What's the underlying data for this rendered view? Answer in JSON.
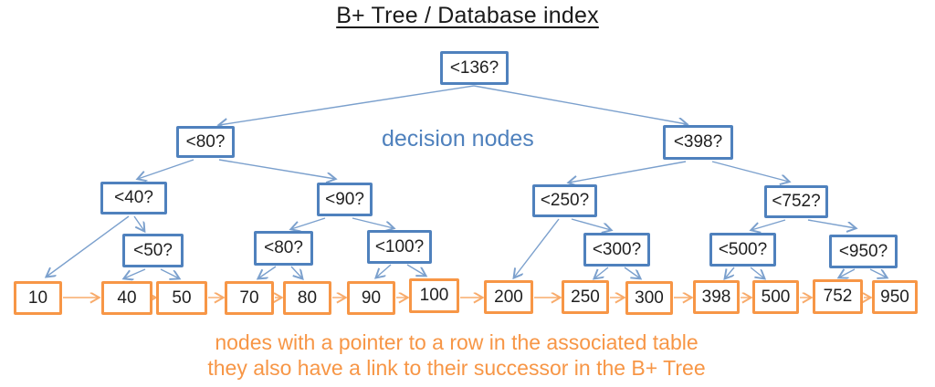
{
  "title": "B+ Tree / Database index",
  "labels": {
    "decision_nodes_caption": "decision nodes",
    "leaf_note_line1": "nodes with a pointer to a row in the associated table",
    "leaf_note_line2": "they also have a link to their successor in the B+ Tree"
  },
  "colors": {
    "decision_node_border": "#4f81bd",
    "decision_caption_text": "#4f81bd",
    "connector_blue": "#7ba0cd",
    "leaf_node_border": "#f79646",
    "leaf_chain_arrow": "#f8ab6b",
    "leaf_note_text": "#f79646",
    "title_text": "#1a1a1a",
    "background": "#ffffff"
  },
  "tree": {
    "decision_nodes": [
      {
        "id": "root-136",
        "level": 1,
        "label": "<136?"
      },
      {
        "id": "l2-80",
        "level": 2,
        "label": "<80?"
      },
      {
        "id": "l2-398",
        "level": 2,
        "label": "<398?"
      },
      {
        "id": "l3-40",
        "level": 3,
        "label": "<40?"
      },
      {
        "id": "l3-90",
        "level": 3,
        "label": "<90?"
      },
      {
        "id": "l3-250",
        "level": 3,
        "label": "<250?"
      },
      {
        "id": "l3-752",
        "level": 3,
        "label": "<752?"
      },
      {
        "id": "l4-50",
        "level": 4,
        "label": "<50?"
      },
      {
        "id": "l4-80",
        "level": 4,
        "label": "<80?"
      },
      {
        "id": "l4-100",
        "level": 4,
        "label": "<100?"
      },
      {
        "id": "l4-300",
        "level": 4,
        "label": "<300?"
      },
      {
        "id": "l4-500",
        "level": 4,
        "label": "<500?"
      },
      {
        "id": "l4-950",
        "level": 4,
        "label": "<950?"
      }
    ],
    "leaf_nodes": [
      {
        "value": "10"
      },
      {
        "value": "40"
      },
      {
        "value": "50"
      },
      {
        "value": "70"
      },
      {
        "value": "80"
      },
      {
        "value": "90"
      },
      {
        "value": "100"
      },
      {
        "value": "200"
      },
      {
        "value": "250"
      },
      {
        "value": "300"
      },
      {
        "value": "398"
      },
      {
        "value": "500"
      },
      {
        "value": "752"
      },
      {
        "value": "950"
      }
    ],
    "edges": [
      {
        "from": "root-136",
        "to": "l2-80"
      },
      {
        "from": "root-136",
        "to": "l2-398"
      },
      {
        "from": "l2-80",
        "to": "l3-40"
      },
      {
        "from": "l2-80",
        "to": "l3-90"
      },
      {
        "from": "l2-398",
        "to": "l3-250"
      },
      {
        "from": "l2-398",
        "to": "l3-752"
      },
      {
        "from": "l3-40",
        "to": "leaf-10"
      },
      {
        "from": "l3-40",
        "to": "l4-50"
      },
      {
        "from": "l3-90",
        "to": "l4-80"
      },
      {
        "from": "l3-90",
        "to": "l4-100"
      },
      {
        "from": "l3-250",
        "to": "leaf-200"
      },
      {
        "from": "l3-250",
        "to": "l4-300"
      },
      {
        "from": "l3-752",
        "to": "l4-500"
      },
      {
        "from": "l3-752",
        "to": "l4-950"
      },
      {
        "from": "l4-50",
        "to": "leaf-40"
      },
      {
        "from": "l4-50",
        "to": "leaf-50"
      },
      {
        "from": "l4-80",
        "to": "leaf-70"
      },
      {
        "from": "l4-80",
        "to": "leaf-80"
      },
      {
        "from": "l4-100",
        "to": "leaf-90"
      },
      {
        "from": "l4-100",
        "to": "leaf-100"
      },
      {
        "from": "l4-300",
        "to": "leaf-250"
      },
      {
        "from": "l4-300",
        "to": "leaf-300"
      },
      {
        "from": "l4-500",
        "to": "leaf-398"
      },
      {
        "from": "l4-500",
        "to": "leaf-500"
      },
      {
        "from": "l4-950",
        "to": "leaf-752"
      },
      {
        "from": "l4-950",
        "to": "leaf-950"
      }
    ],
    "leaf_successor_chain": [
      "10",
      "40",
      "50",
      "70",
      "80",
      "90",
      "100",
      "200",
      "250",
      "300",
      "398",
      "500",
      "752",
      "950"
    ]
  }
}
